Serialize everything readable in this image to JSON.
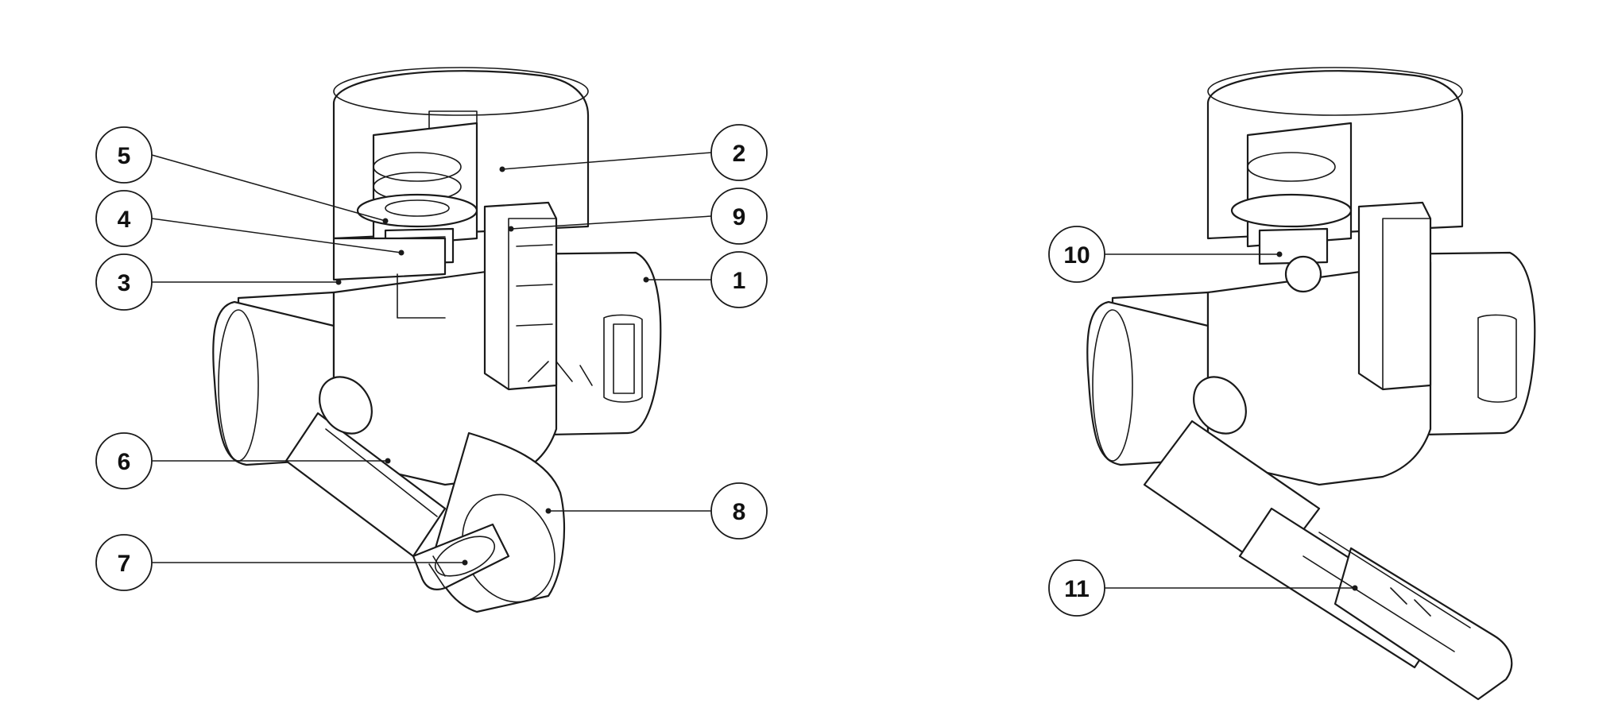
{
  "left_view": {
    "callouts": [
      {
        "id": "5",
        "label": "5"
      },
      {
        "id": "2",
        "label": "2"
      },
      {
        "id": "4",
        "label": "4"
      },
      {
        "id": "9",
        "label": "9"
      },
      {
        "id": "3",
        "label": "3"
      },
      {
        "id": "1",
        "label": "1"
      },
      {
        "id": "6",
        "label": "6"
      },
      {
        "id": "8",
        "label": "8"
      },
      {
        "id": "7",
        "label": "7"
      }
    ]
  },
  "right_view": {
    "callouts": [
      {
        "id": "10",
        "label": "10"
      },
      {
        "id": "11",
        "label": "11"
      }
    ]
  },
  "colors": {
    "line": "#1a1a1a",
    "background": "#ffffff"
  }
}
